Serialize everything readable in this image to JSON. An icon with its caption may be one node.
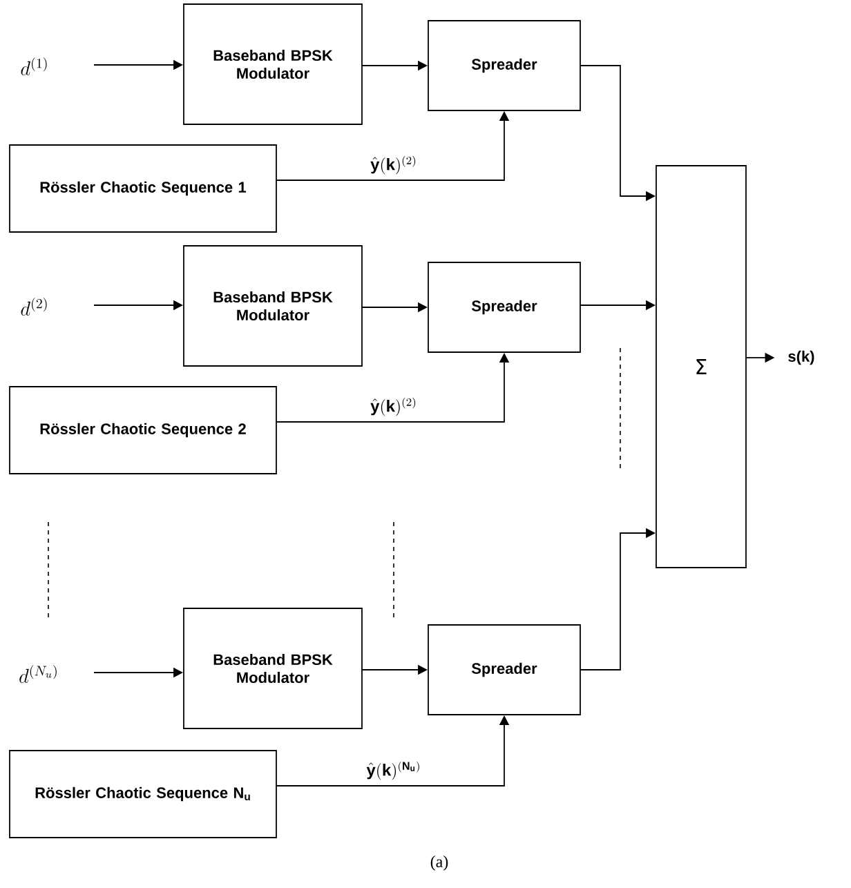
{
  "diagram": {
    "caption": "(a)",
    "nodes": [
      {
        "text": [
          "d^{(1)}"
        ]
      },
      {
        "text": [
          "Baseband BPSK Modulator"
        ]
      },
      {
        "text": [
          "Spreader"
        ]
      },
      {
        "text": [
          "Rössler Chaotic Sequence 1"
        ]
      },
      {
        "text": [
          "d^{(2)}"
        ]
      },
      {
        "text": [
          "Baseband BPSK Modulator"
        ]
      },
      {
        "text": [
          "Spreader"
        ]
      },
      {
        "text": [
          "Rössler Chaotic Sequence 2"
        ]
      },
      {
        "text": [
          "d^{(N_u)}"
        ]
      },
      {
        "text": [
          "Baseband BPSK Modulator"
        ]
      },
      {
        "text": [
          "Spreader"
        ]
      },
      {
        "text": [
          "Rössler Chaotic Sequence N$_{u}$"
        ]
      },
      {
        "text": [
          "Σ"
        ]
      },
      {
        "text": [
          "s(k)"
        ]
      }
    ],
    "edges": [
      {
        "from": 0,
        "to": 1,
        "arrow": "to"
      },
      {
        "from": 1,
        "to": 2,
        "arrow": "to"
      },
      {
        "from": 3,
        "to": 2,
        "arrow": "to",
        "label": "\\hat{\\mathbf{y}}(\\mathbf{k})^{(2)}"
      },
      {
        "from": 4,
        "to": 5,
        "arrow": "to"
      },
      {
        "from": 5,
        "to": 6,
        "arrow": "to"
      },
      {
        "from": 7,
        "to": 6,
        "arrow": "to",
        "label": "\\hat{\\mathbf{y}}(\\mathbf{k})^{(2)}"
      },
      {
        "from": 8,
        "to": 9,
        "arrow": "to"
      },
      {
        "from": 9,
        "to": 10,
        "arrow": "to"
      },
      {
        "from": 11,
        "to": 10,
        "arrow": "to",
        "label": "\\hat{\\mathbf{y}}(\\mathbf{k})^{(\\mathbf{N_u})}"
      },
      {
        "from": 2,
        "to": 12,
        "arrow": "to"
      },
      {
        "from": 6,
        "to": 12,
        "arrow": "to"
      },
      {
        "from": 10,
        "to": 12,
        "arrow": "to"
      },
      {
        "from": 12,
        "to": 13,
        "arrow": "to"
      }
    ]
  }
}
